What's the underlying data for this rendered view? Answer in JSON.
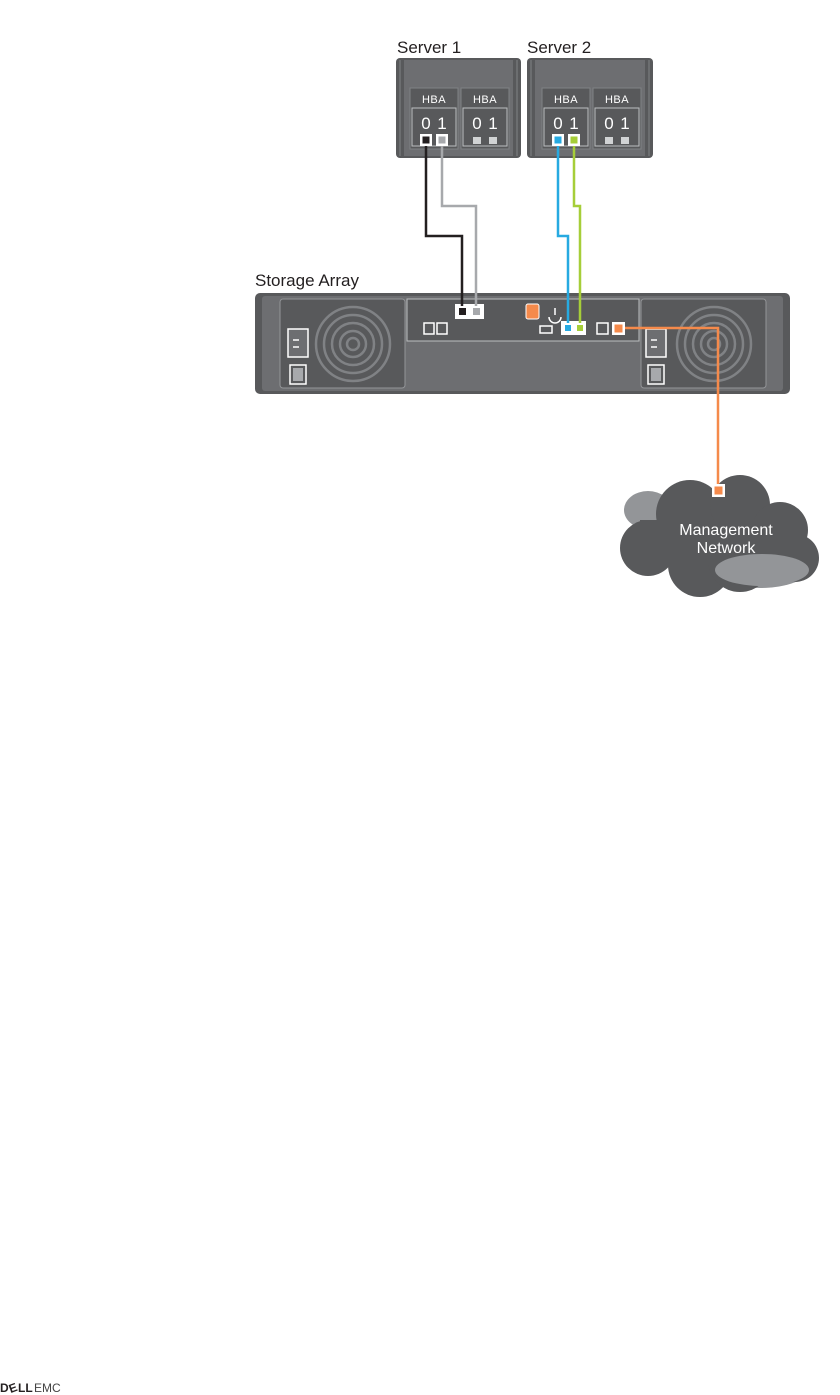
{
  "servers": [
    {
      "label": "Server 1",
      "hba": [
        {
          "label": "HBA",
          "ports": [
            "0",
            "1"
          ]
        },
        {
          "label": "HBA",
          "ports": [
            "0",
            "1"
          ]
        }
      ]
    },
    {
      "label": "Server 2",
      "hba": [
        {
          "label": "HBA",
          "ports": [
            "0",
            "1"
          ]
        },
        {
          "label": "HBA",
          "ports": [
            "0",
            "1"
          ]
        }
      ]
    }
  ],
  "storage": {
    "label": "Storage Array"
  },
  "network": {
    "line1": "Management",
    "line2": "Network"
  },
  "brand": {
    "part1": "D",
    "part2": "LL",
    "part3": "EMC"
  },
  "colors": {
    "chassis": "#58595b",
    "panel": "#6d6e71",
    "cable_server1_port0": "#231f20",
    "cable_server1_port1": "#a7a9ac",
    "cable_server2_port0": "#27aae1",
    "cable_server2_port1": "#a6ce39",
    "cable_management": "#f58a4b",
    "cloud": "#58595b",
    "cloud_light": "#939598"
  }
}
